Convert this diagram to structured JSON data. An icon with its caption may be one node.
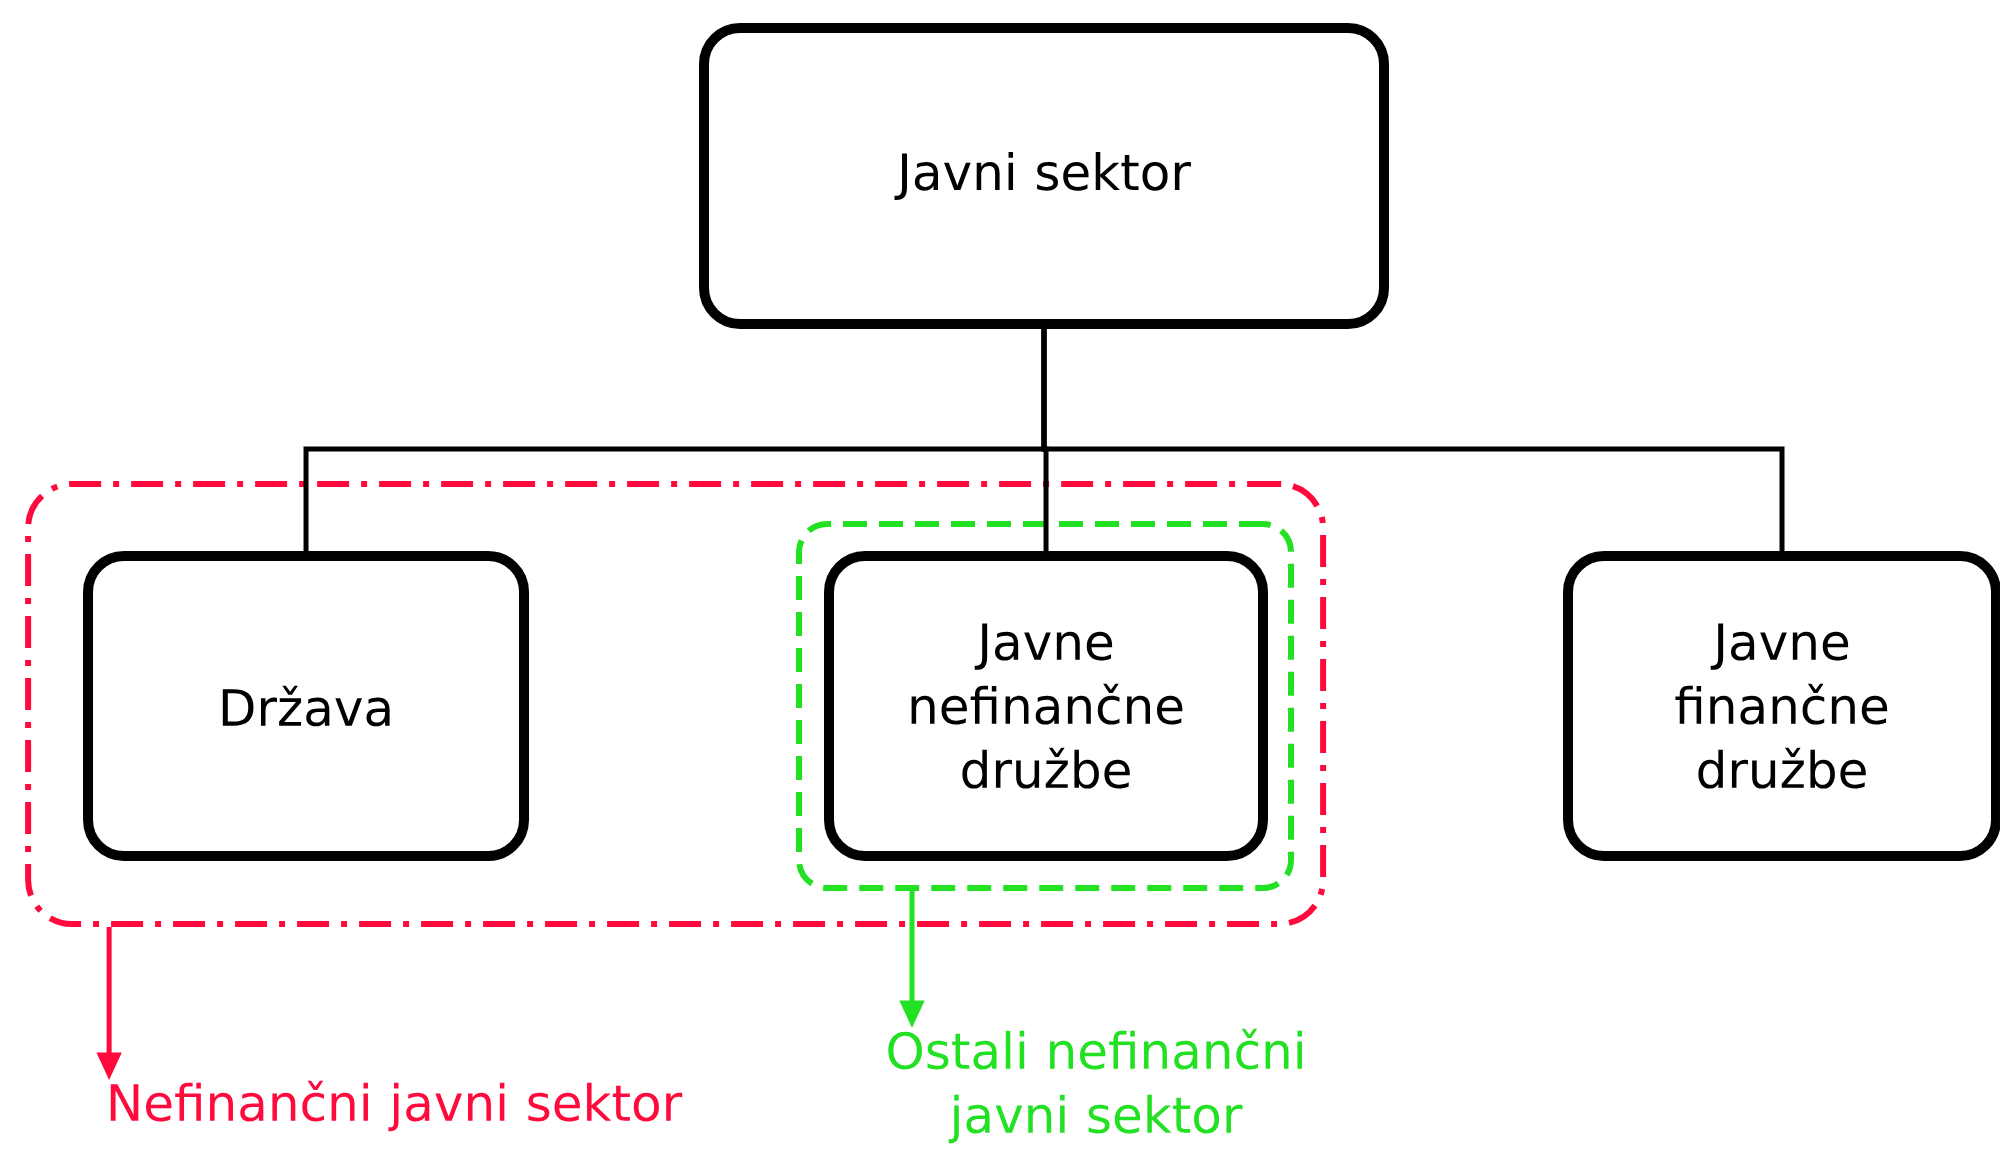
{
  "diagram": {
    "nodes": [
      {
        "text": [
          "Javni sektor"
        ]
      },
      {
        "text": [],
        "shape": "box"
      },
      {
        "text": [
          "Država"
        ],
        "in": 1
      },
      {
        "text": [],
        "shape": "box",
        "in": 1
      },
      {
        "text": [
          "Javne nefinančne družbe"
        ],
        "in": 3
      },
      {
        "text": [
          "Javne finančne družbe"
        ]
      },
      {
        "text": [
          "Nefinančni javni sektor"
        ]
      },
      {
        "text": [
          "Ostali nefinančni javni sektor"
        ]
      }
    ],
    "edges": [
      {
        "from": 0,
        "to": 2,
        "arrow": "none"
      },
      {
        "from": 0,
        "to": 4,
        "arrow": "none"
      },
      {
        "from": 0,
        "to": 5,
        "arrow": "none"
      },
      {
        "from": 1,
        "to": 6,
        "arrow": "to",
        "color": "#ff0a3c"
      },
      {
        "from": 3,
        "to": 7,
        "arrow": "to",
        "color": "#22e022"
      }
    ]
  }
}
